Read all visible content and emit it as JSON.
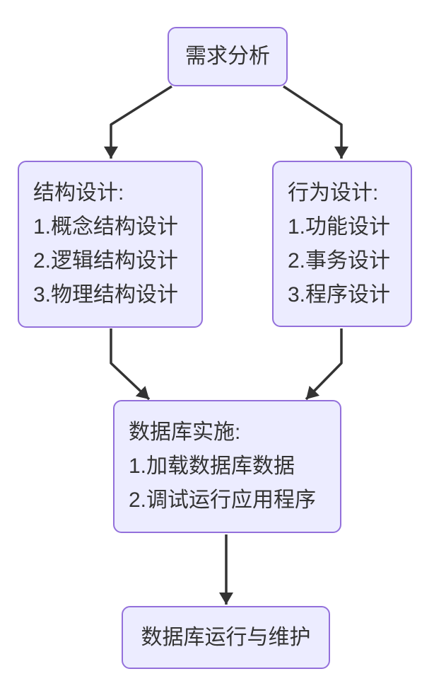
{
  "diagram": {
    "type": "flowchart",
    "direction": "top-down",
    "colors": {
      "background": "#FFFFFF",
      "node_fill": "#ECECFF",
      "node_border": "#9370DB",
      "edge": "#333333",
      "text": "#333333"
    },
    "nodes": {
      "requirements": {
        "label": "需求分析"
      },
      "structure": {
        "title": "结构设计:",
        "items": [
          "1.概念结构设计",
          "2.逻辑结构设计",
          "3.物理结构设计"
        ]
      },
      "behavior": {
        "title": "行为设计:",
        "items": [
          "1.功能设计",
          "2.事务设计",
          "3.程序设计"
        ]
      },
      "implementation": {
        "title": "数据库实施:",
        "items": [
          "1.加载数据库数据",
          "2.调试运行应用程序"
        ]
      },
      "operation": {
        "label": "数据库运行与维护"
      }
    },
    "edges": [
      {
        "from": "requirements",
        "to": "structure"
      },
      {
        "from": "requirements",
        "to": "behavior"
      },
      {
        "from": "structure",
        "to": "implementation"
      },
      {
        "from": "behavior",
        "to": "implementation"
      },
      {
        "from": "implementation",
        "to": "operation"
      }
    ]
  }
}
